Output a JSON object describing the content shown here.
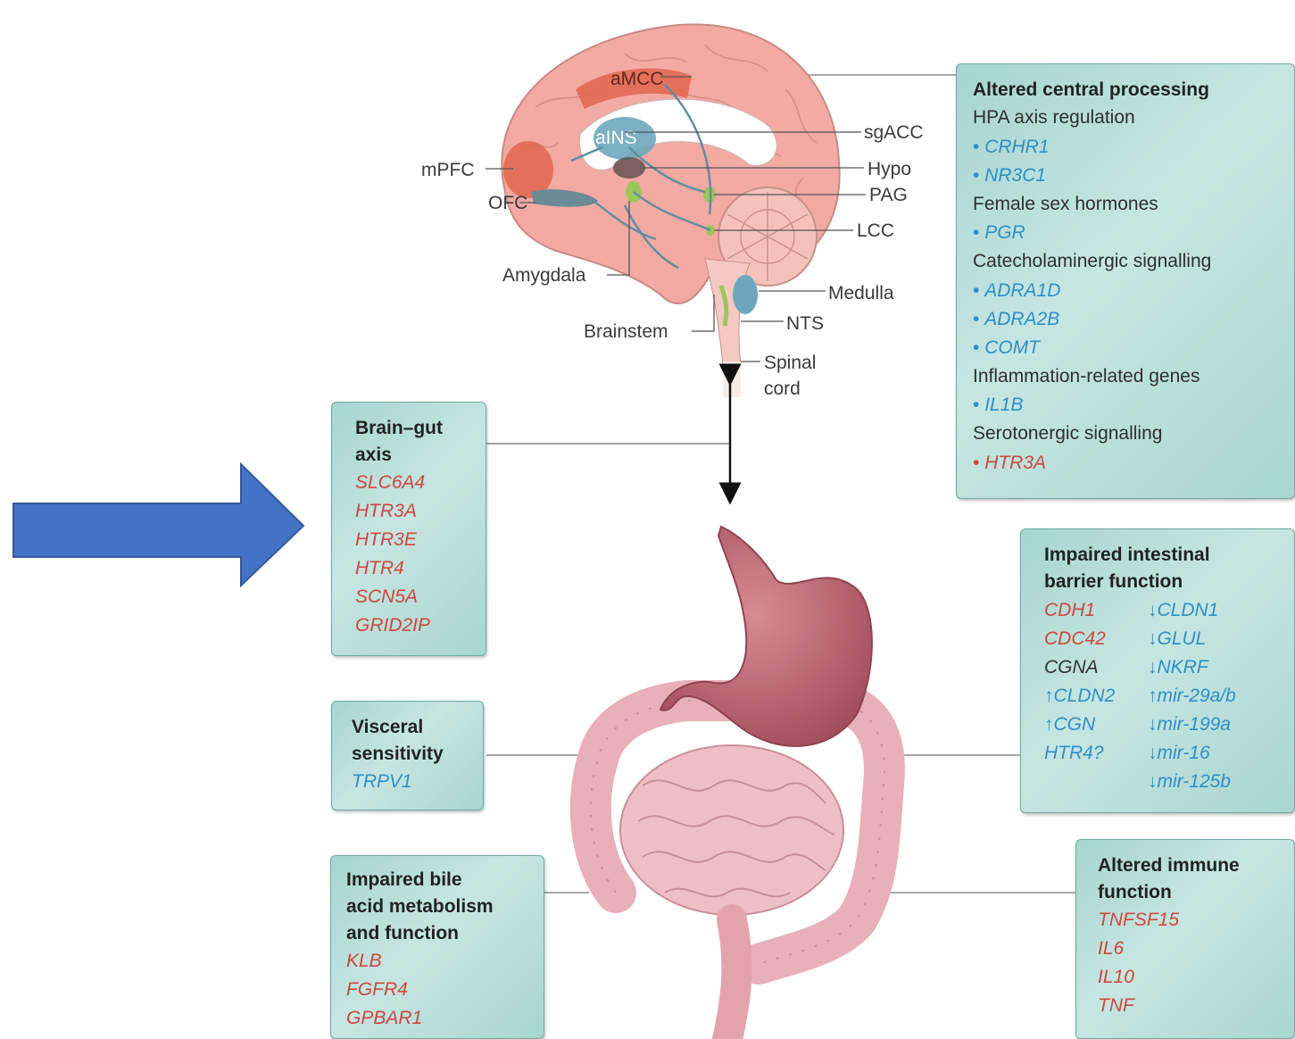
{
  "brain_labels": {
    "amcc": "aMCC",
    "ains": "aINS",
    "mpfc": "mPFC",
    "ofc": "OFC",
    "sgacc": "sgACC",
    "hypo": "Hypo",
    "pag": "PAG",
    "lcc": "LCC",
    "amygdala": "Amygdala",
    "medulla": "Medulla",
    "nts": "NTS",
    "brainstem": "Brainstem",
    "spinal1": "Spinal",
    "spinal2": "cord"
  },
  "central": {
    "title": "Altered central processing",
    "items": [
      {
        "kind": "sub",
        "text": "HPA axis regulation"
      },
      {
        "kind": "gene",
        "text": "CRHR1",
        "color": "blue"
      },
      {
        "kind": "gene",
        "text": "NR3C1",
        "color": "blue"
      },
      {
        "kind": "sub",
        "text": "Female sex hormones"
      },
      {
        "kind": "gene",
        "text": "PGR",
        "color": "blue"
      },
      {
        "kind": "sub",
        "text": "Catecholaminergic signalling"
      },
      {
        "kind": "gene",
        "text": "ADRA1D",
        "color": "blue"
      },
      {
        "kind": "gene",
        "text": "ADRA2B",
        "color": "blue"
      },
      {
        "kind": "gene",
        "text": "COMT",
        "color": "blue"
      },
      {
        "kind": "sub",
        "text": "Inflammation-related genes"
      },
      {
        "kind": "gene",
        "text": "IL1B",
        "color": "blue"
      },
      {
        "kind": "sub",
        "text": "Serotonergic signalling"
      },
      {
        "kind": "gene",
        "text": "HTR3A",
        "color": "red"
      }
    ]
  },
  "brain_gut": {
    "title1": "Brain–gut",
    "title2": "axis",
    "genes": [
      "SLC6A4",
      "HTR3A",
      "HTR3E",
      "HTR4",
      "SCN5A",
      "GRID2IP"
    ]
  },
  "visceral": {
    "title1": "Visceral",
    "title2": "sensitivity",
    "genes": [
      "TRPV1"
    ]
  },
  "bile": {
    "title1": "Impaired bile",
    "title2": "acid metabolism",
    "title3": "and function",
    "genes": [
      "KLB",
      "FGFR4",
      "GPBAR1"
    ]
  },
  "barrier": {
    "title1": "Impaired intestinal",
    "title2": "barrier function",
    "left": [
      {
        "text": "CDH1",
        "color": "red"
      },
      {
        "text": "CDC42",
        "color": "red"
      },
      {
        "text": "CGNA",
        "color": "dark"
      },
      {
        "text": "↑CLDN2",
        "color": "blue"
      },
      {
        "text": "↑CGN",
        "color": "blue"
      },
      {
        "text": "HTR4?",
        "color": "blue"
      }
    ],
    "right": [
      {
        "text": "↓CLDN1",
        "color": "blue"
      },
      {
        "text": "↓GLUL",
        "color": "blue"
      },
      {
        "text": "↓NKRF",
        "color": "blue"
      },
      {
        "text": "↑mir-29a/b",
        "color": "blue"
      },
      {
        "text": "↓mir-199a",
        "color": "blue"
      },
      {
        "text": "↓mir-16",
        "color": "blue"
      },
      {
        "text": "↓mir-125b",
        "color": "blue"
      }
    ]
  },
  "immune": {
    "title1": "Altered immune",
    "title2": "function",
    "genes": [
      "TNFSF15",
      "IL6",
      "IL10",
      "TNF"
    ]
  },
  "colors": {
    "box_fill": "#b5ddd8",
    "gene_red": "#d0473d",
    "gene_blue": "#2f8fc9",
    "arrow_blue": "#4472c4",
    "brain_pink": "#f2aaa2",
    "stomach": "#b55e6a",
    "intestine": "#e8b0b8"
  }
}
